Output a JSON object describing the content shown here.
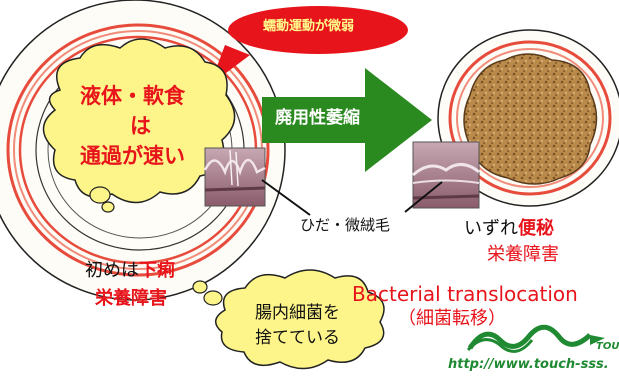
{
  "speech_bubble": "蠕動運動が微弱",
  "thought_bubble_left": [
    "液体・軟食",
    "は",
    "通過が速い"
  ],
  "arrow_label": "廃用性萎縮",
  "villi_label": "ひだ・微絨毛",
  "left_caption": {
    "prefix": "初めは",
    "highlight": "下痢",
    "line2": "栄養障害"
  },
  "right_caption": {
    "prefix": "いずれ",
    "highlight": "便秘",
    "line2": "栄養障害"
  },
  "translocation": "Bacterial translocation",
  "translocation_jp": "（細菌転移）",
  "thought_bubble_bottom": [
    "腸内細菌を",
    "捨てている"
  ],
  "logo_text": "TOU",
  "url": "http://www.touch-sss.",
  "colors": {
    "red": "#e8141b",
    "green": "#2a8a1f",
    "bubble": "#fdf58a",
    "logo_green": "#1f8a32"
  }
}
